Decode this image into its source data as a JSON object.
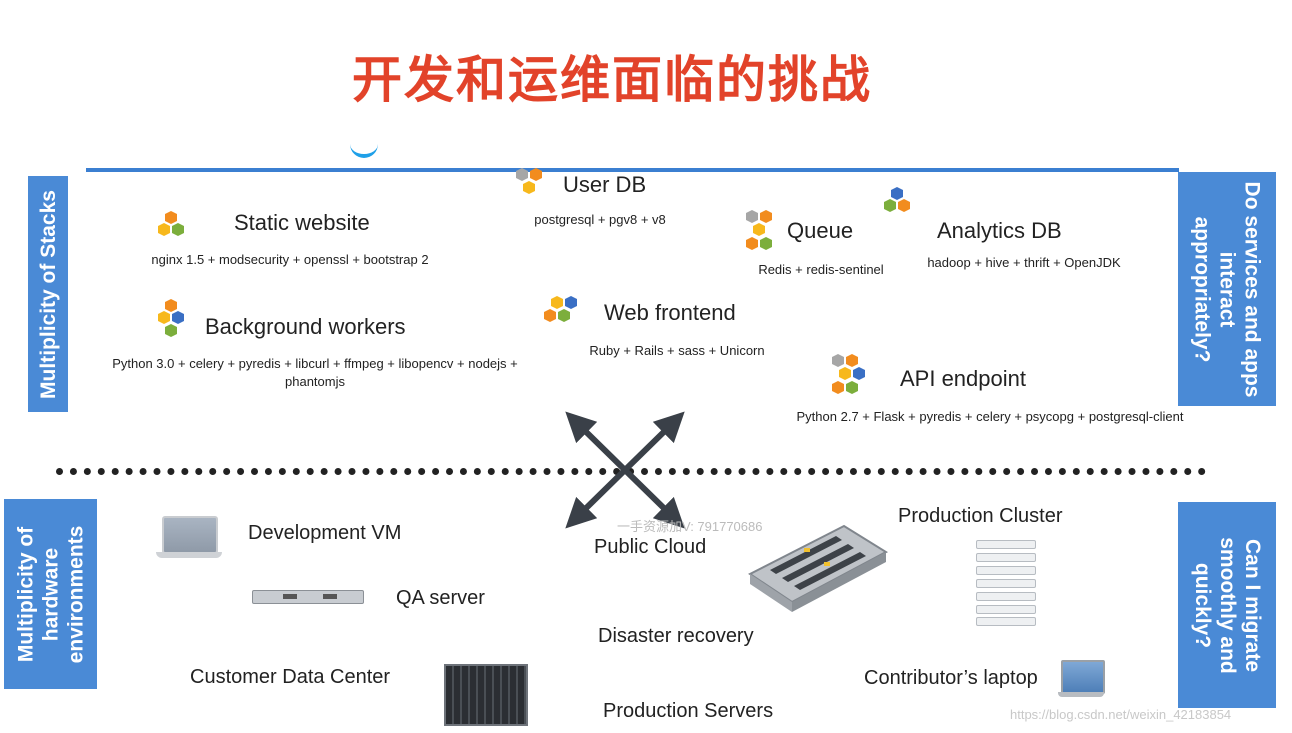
{
  "title": "开发和运维面临的挑战",
  "left_labels": {
    "stacks": "Multiplicity of Stacks",
    "hardware_line1": "Multiplicity of",
    "hardware_line2": "hardware",
    "hardware_line3": "environments"
  },
  "right_labels": {
    "interact_line1": "Do services and apps",
    "interact_line2": "interact",
    "interact_line3": "appropriately?",
    "migrate_line1": "Can I migrate",
    "migrate_line2": "smoothly and",
    "migrate_line3": "quickly?"
  },
  "services": {
    "static_website": {
      "name": "Static website",
      "stack": "nginx 1.5 + modsecurity + openssl + bootstrap 2"
    },
    "user_db": {
      "name": "User DB",
      "stack": "postgresql + pgv8 + v8"
    },
    "queue": {
      "name": "Queue",
      "stack": "Redis + redis-sentinel"
    },
    "analytics_db": {
      "name": "Analytics DB",
      "stack": "hadoop + hive + thrift + OpenJDK"
    },
    "background_workers": {
      "name": "Background workers",
      "stack_line1": "Python 3.0 + celery + pyredis + libcurl + ffmpeg + libopencv + nodejs +",
      "stack_line2": "phantomjs"
    },
    "web_frontend": {
      "name": "Web frontend",
      "stack": "Ruby + Rails + sass + Unicorn"
    },
    "api_endpoint": {
      "name": "API endpoint",
      "stack": "Python 2.7 + Flask + pyredis + celery + psycopg + postgresql-client"
    }
  },
  "hardware": {
    "development_vm": "Development VM",
    "qa_server": "QA server",
    "customer_data_center": "Customer Data Center",
    "public_cloud": "Public Cloud",
    "disaster_recovery": "Disaster recovery",
    "production_servers": "Production Servers",
    "production_cluster": "Production Cluster",
    "contributors_laptop": "Contributor’s laptop"
  },
  "watermarks": {
    "center": "一手资源加V: 791770686",
    "url": "https://blog.csdn.net/weixin_42183854"
  },
  "colors": {
    "title": "#e2432a",
    "side_bar": "#4a8ad6",
    "top_line": "#3b7fd1",
    "hex_orange": "#f28c1e",
    "hex_yellow": "#f7b81c",
    "hex_green": "#7cae3c",
    "hex_blue": "#3a6fc4",
    "hex_gray": "#a6a6a6",
    "arrow": "#3a4048"
  }
}
